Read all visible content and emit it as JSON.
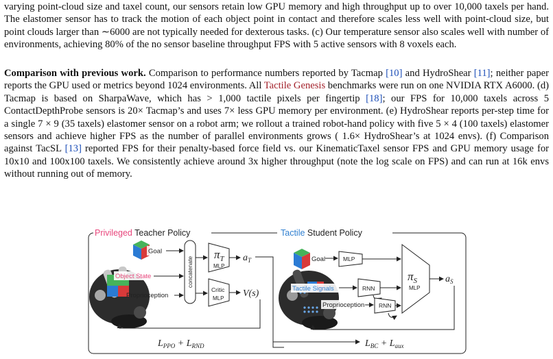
{
  "paragraph1": {
    "text": "varying point-cloud size and taxel count, our sensors retain low GPU memory and high throughput up to over 10,000 taxels per hand. The elastomer sensor has to track the motion of each object point in contact and therefore scales less well with point-cloud size, but point clouds larger than ∼6000 are not typically needed for dexterous tasks. (c) Our temperature sensor also scales well with number of environments, achieving 80% of the no sensor baseline throughput FPS with 5 active sensors with 8 voxels each."
  },
  "paragraph2": {
    "heading": "Comparison with previous work.",
    "t1": " Comparison to performance numbers reported by Tacmap ",
    "c1": "[10]",
    "t2": " and HydroShear ",
    "c2": "[11]",
    "t3": "; neither paper reports the GPU used or metrics beyond 1024 environments. All ",
    "product": "Tactile Genesis",
    "t4": " benchmarks were run on one NVIDIA RTX A6000. (d) Tacmap is based on SharpaWave, which has > 1,000 tactile pixels per fingertip ",
    "c3": "[18]",
    "t5": "; our FPS for 10,000 taxels across 5 ContactDepthProbe sensors is 20× Tacmap’s and uses 7× less GPU memory per environment. (e) HydroShear reports per-step time for a single 7 × 9 (35 taxels) elastomer sensor on a robot arm; we rollout a trained robot-hand policy with five 5 × 4 (100 taxels) elastomer sensors and achieve higher FPS as the number of parallel environments grows ( 1.6× HydroShear’s at 1024 envs). (f) Comparison against TacSL ",
    "c4": "[13]",
    "t6": " reported FPS for their penalty-based force field vs. our KinematicTaxel sensor FPS and GPU memory usage for 10x10 and 100x100 taxels. We consistently achieve around 3x higher throughput (note the log scale on FPS) and can run at 16k envs without running out of memory."
  },
  "figure": {
    "teacher_title_a": "Privileged",
    "teacher_title_b": " Teacher Policy",
    "student_title_a": "Tactile",
    "student_title_b": " Student Policy",
    "goal": "Goal",
    "object_state": "Object State",
    "proprioception": "Proprioception",
    "concatenate": "concatenate",
    "pi_t": "π",
    "pi_t_sub": "T",
    "mlp": "MLP",
    "critic": "Critic",
    "a_t": "a",
    "a_t_sub": "T",
    "v_s": "V(s)",
    "tactile_signals": "Tactile Signals",
    "rnn": "RNN",
    "pi_s": "π",
    "pi_s_sub": "S",
    "a_s": "a",
    "a_s_sub": "S",
    "loss_teacher": "L",
    "loss_teacher_sub1": "PPO",
    "loss_teacher_plus": " + L",
    "loss_teacher_sub2": "RND",
    "loss_student": "L",
    "loss_student_sub1": "BC",
    "loss_student_plus": " + L",
    "loss_student_sub2": "aux",
    "colors": {
      "privileged": "#e8467c",
      "tactile": "#2f7fd0",
      "citation": "#1d4fb8",
      "product": "#a3202a"
    }
  }
}
